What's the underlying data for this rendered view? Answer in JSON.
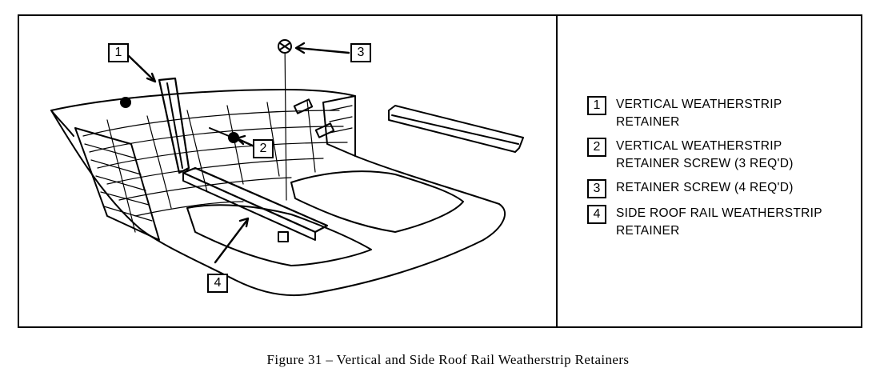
{
  "callouts": [
    "1",
    "2",
    "3",
    "4"
  ],
  "legend": [
    {
      "num": "1",
      "text": "VERTICAL WEATHERSTRIP RETAINER"
    },
    {
      "num": "2",
      "text": "VERTICAL WEATHERSTRIP RETAINER SCREW (3 REQ'D)"
    },
    {
      "num": "3",
      "text": "RETAINER SCREW (4 REQ'D)"
    },
    {
      "num": "4",
      "text": "SIDE ROOF RAIL WEATHERSTRIP RETAINER"
    }
  ],
  "caption": "Figure 31 – Vertical and Side Roof Rail Weatherstrip Retainers"
}
